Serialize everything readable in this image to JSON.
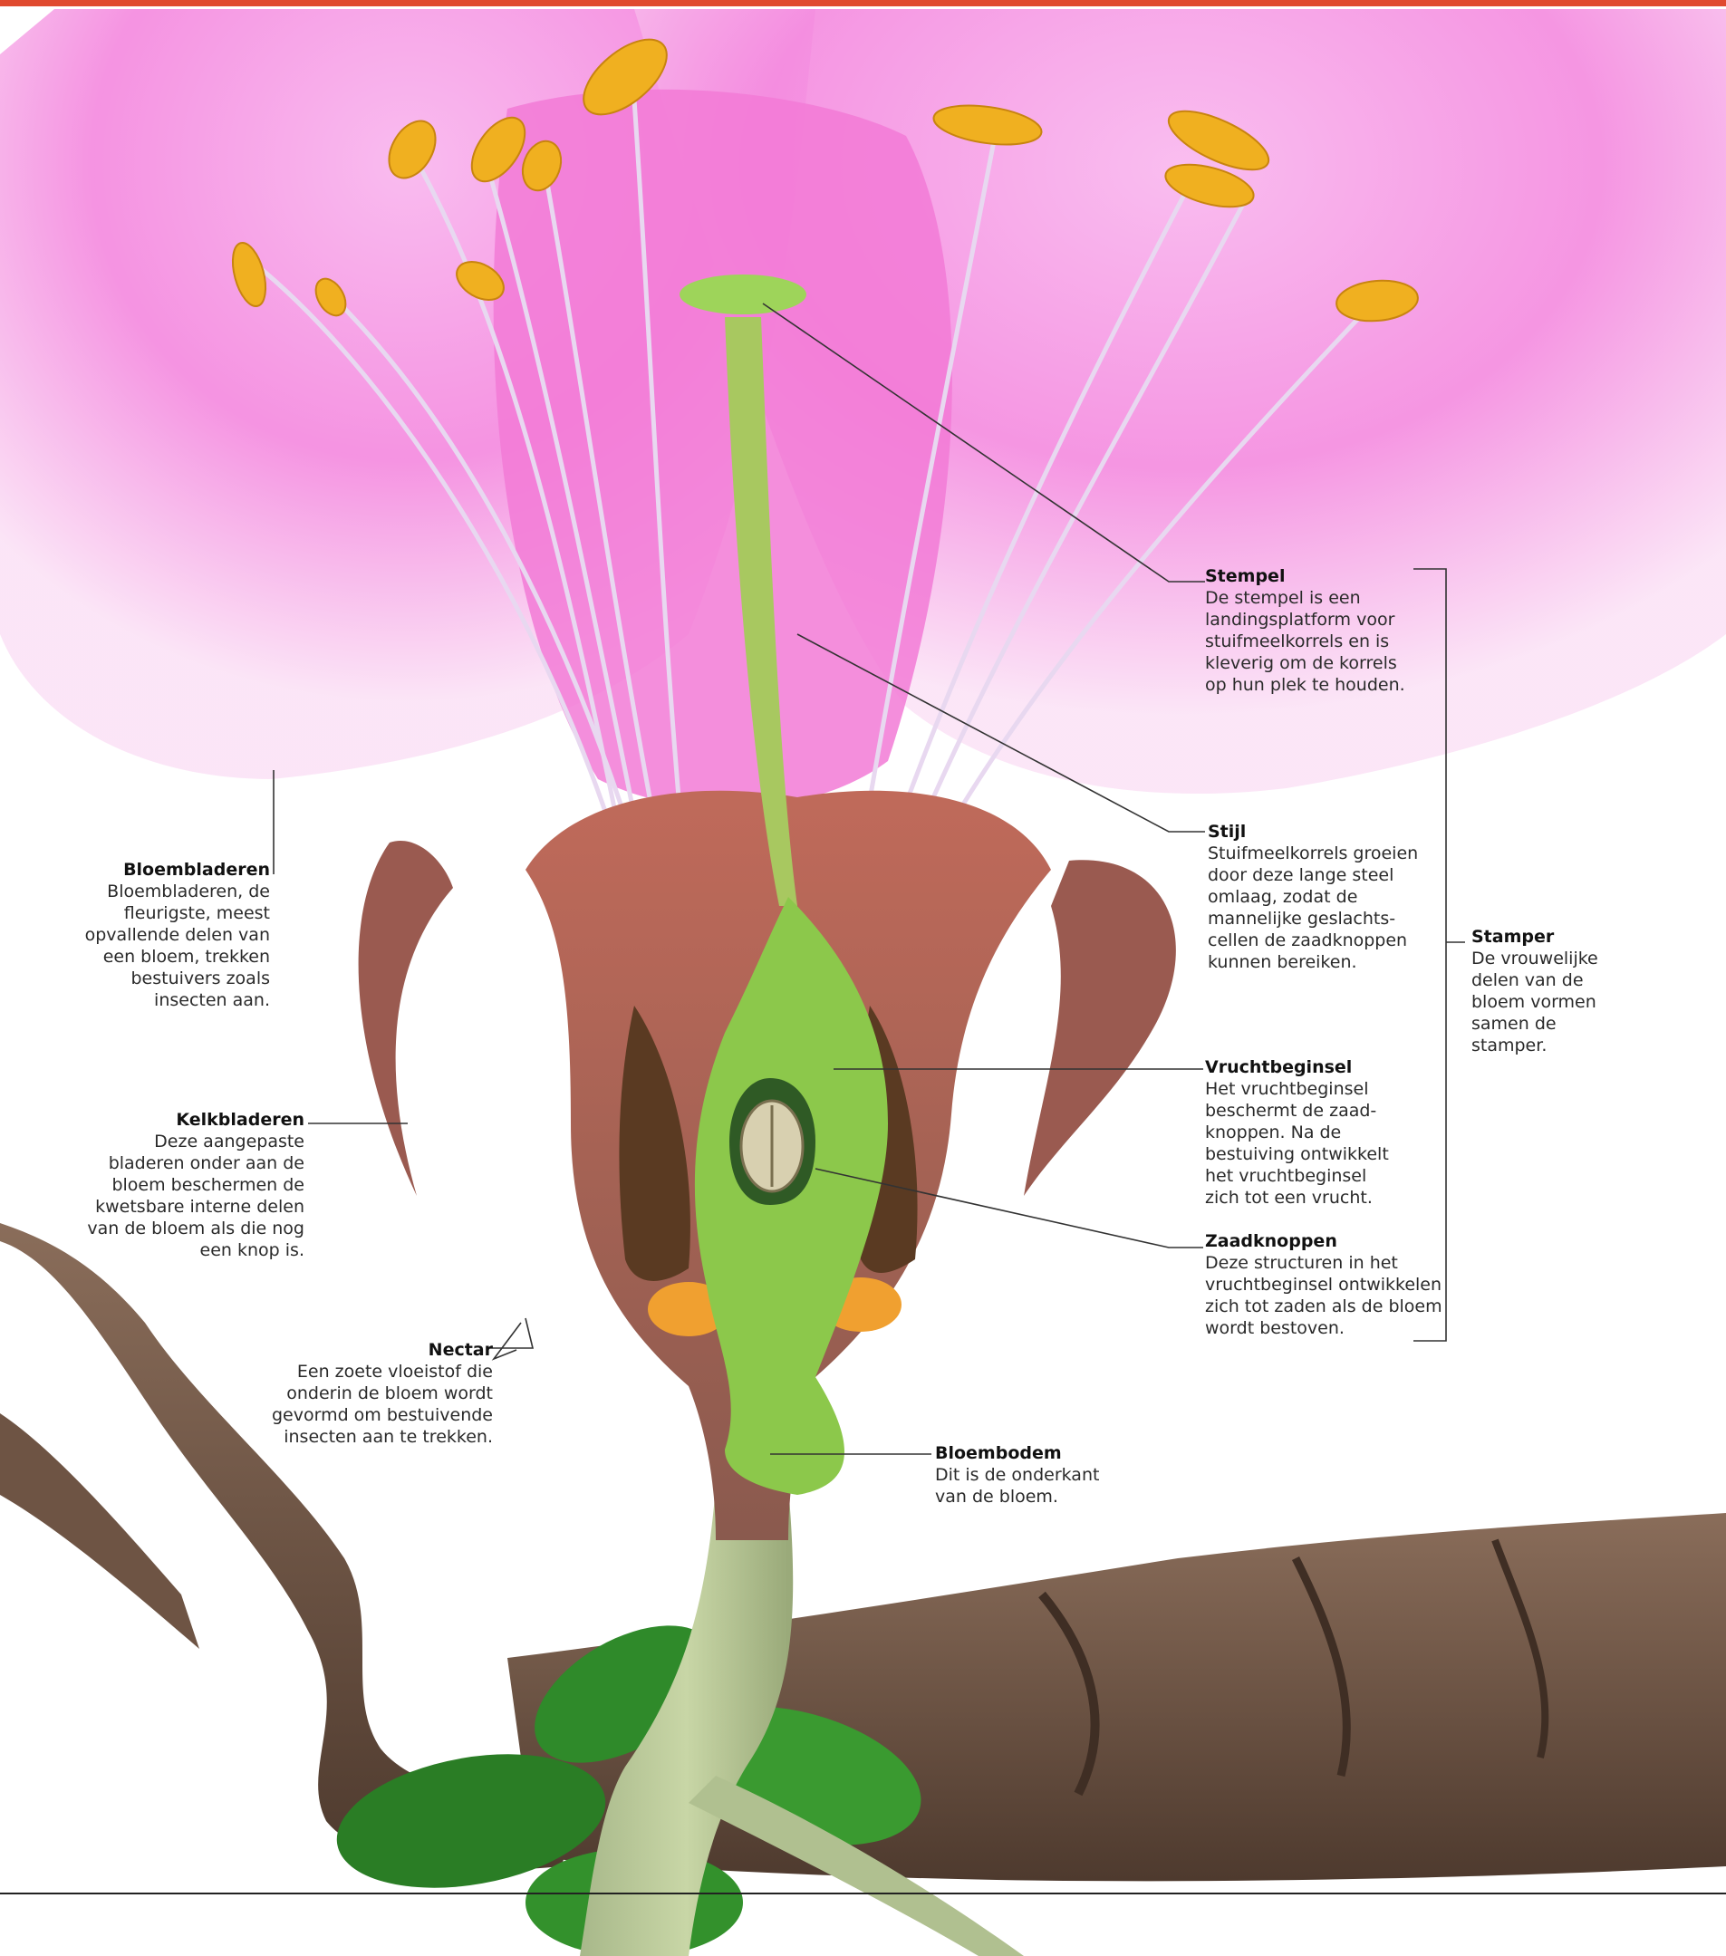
{
  "colors": {
    "accent_bar": "#e04a2f",
    "petal": "#f07ad8",
    "anther": "#f0b020",
    "pistil_green": "#8cc84b",
    "receptacle": "#b45a4a",
    "branch": "#6e5444",
    "leaf": "#2f8a2a"
  },
  "labels": {
    "bloembladeren": {
      "title": "Bloembladeren",
      "text": "Bloembladeren, de\nfleurigste, meest\nopvallende delen van\neen bloem, trekken\nbestuivers zoals\ninsecten aan."
    },
    "kelkbladeren": {
      "title": "Kelkbladeren",
      "text": "Deze aangepaste\nbladeren onder aan de\nbloem beschermen de\nkwetsbare interne delen\nvan de bloem als die nog\neen knop is."
    },
    "nectar": {
      "title": "Nectar",
      "text": "Een zoete vloeistof die\nonderin de bloem wordt\ngevormd om bestuivende\ninsecten aan te trekken."
    },
    "stempel": {
      "title": "Stempel",
      "text": "De stempel is een\nlandingsplatform voor\nstuifmeelkorrels en is\nkleverig om de korrels\nop hun plek te houden."
    },
    "stijl": {
      "title": "Stijl",
      "text": "Stuifmeelkorrels groeien\ndoor deze lange steel\nomlaag, zodat de\nmannelijke geslachts-\ncellen de zaadknoppen\nkunnen bereiken."
    },
    "stamper": {
      "title": "Stamper",
      "text": "De vrouwelijke\ndelen van de\nbloem vormen\nsamen de\nstamper."
    },
    "vruchtbeginsel": {
      "title": "Vruchtbeginsel",
      "text": "Het vruchtbeginsel\nbeschermt de zaad-\nknoppen. Na de\nbestuiving ontwikkelt\nhet vruchtbeginsel\nzich tot een vrucht."
    },
    "zaadknoppen": {
      "title": "Zaadknoppen",
      "text": "Deze structuren in het\nvruchtbeginsel ontwikkelen\nzich tot zaden als de bloem\nwordt bestoven."
    },
    "bloembodem": {
      "title": "Bloembodem",
      "text": "Dit is de onderkant\nvan de bloem."
    }
  }
}
